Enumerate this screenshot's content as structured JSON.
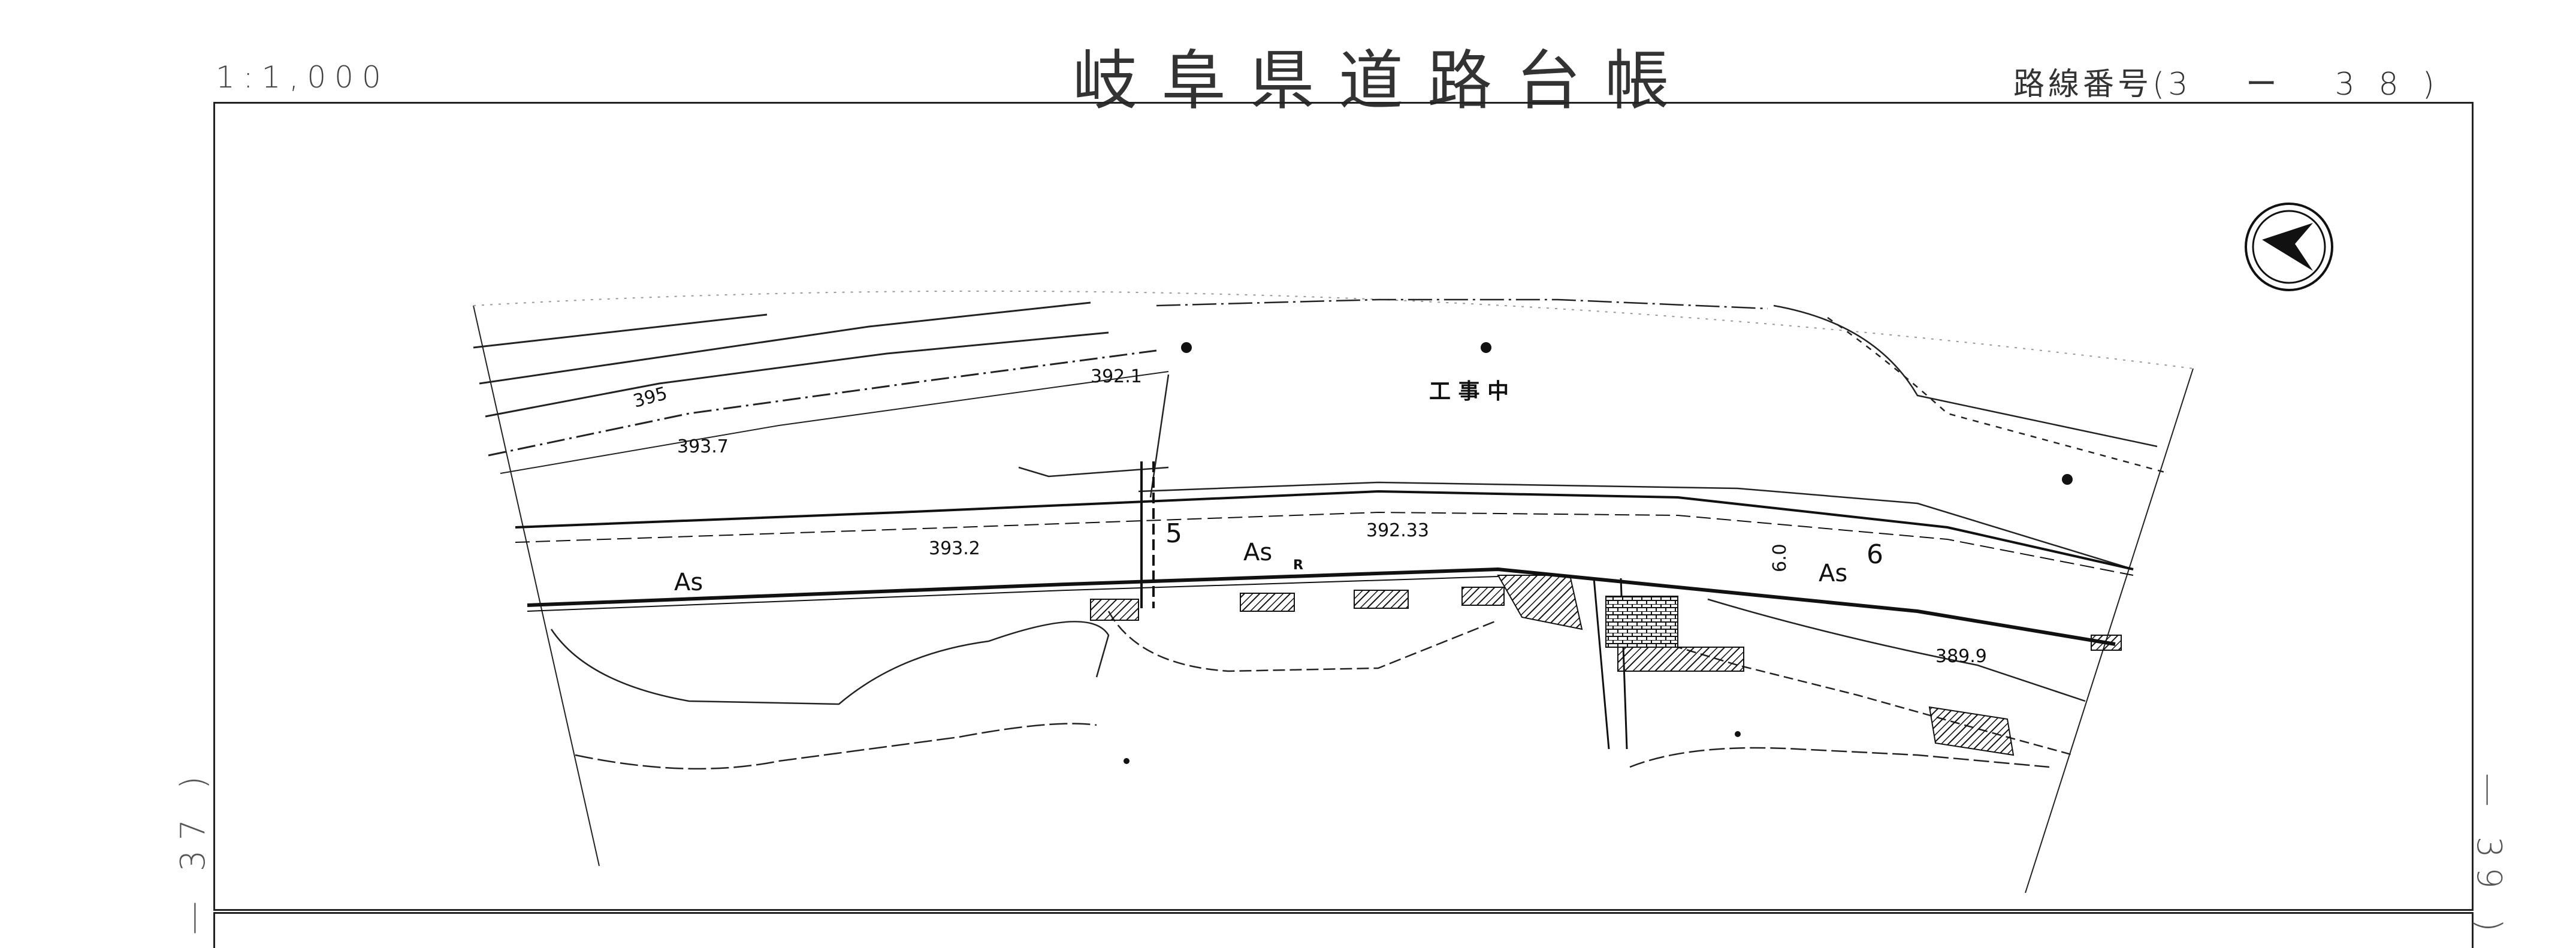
{
  "header": {
    "scale": "1:1,000",
    "title": "岐阜県道路台帳",
    "route_prefix": "路線番号(",
    "route_num": "3 ー 38",
    "route_suffix": ")"
  },
  "adjacent": {
    "previous": "— 37 )",
    "next": "— 39 )"
  },
  "map": {
    "elevations": [
      "395",
      "393.7",
      "392.1",
      "393.2",
      "392.33",
      "389.9"
    ],
    "surface_labels": [
      "As",
      "As",
      "As"
    ],
    "widths": [
      "5",
      "6",
      "6.0"
    ],
    "construction_label": "工 事 中",
    "marker_r": "R"
  },
  "north_arrow": "north-arrow-icon"
}
